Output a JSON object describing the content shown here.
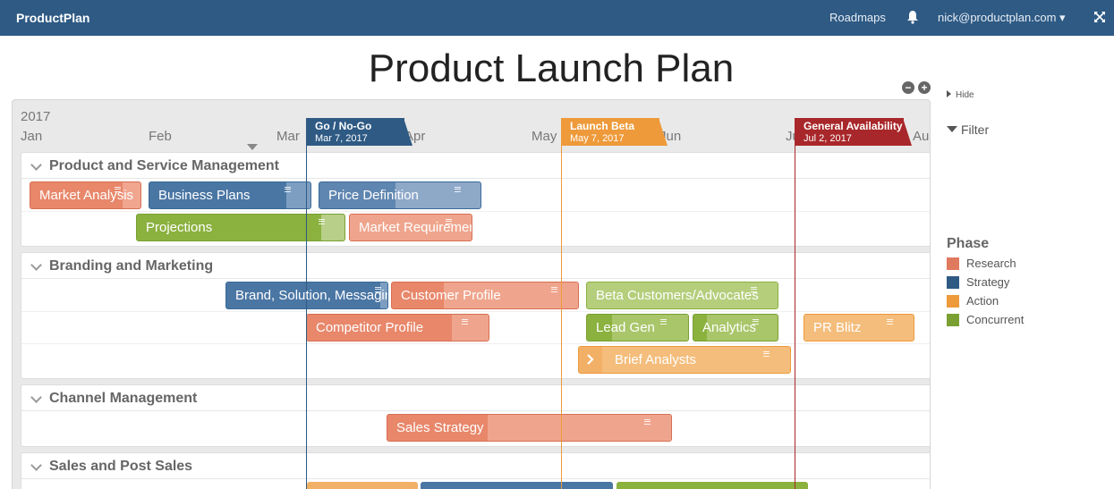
{
  "header": {
    "brand": "ProductPlan",
    "nav_roadmaps": "Roadmaps",
    "bell_icon": "bell-icon",
    "user_label": "nick@productplan.com ▾",
    "expand_icon": "expand-icon"
  },
  "title": "Product Launch Plan",
  "zoom": {
    "out_label": "−",
    "in_label": "+"
  },
  "timeline": {
    "year": "2017",
    "months": [
      "Jan",
      "Feb",
      "Mar",
      "Apr",
      "May",
      "Jun",
      "Jul",
      "Au"
    ]
  },
  "milestones": [
    {
      "name": "Go / No-Go",
      "date": "Mar 7, 2017",
      "color": "#2e5a84"
    },
    {
      "name": "Launch Beta",
      "date": "May 7, 2017",
      "color": "#ee9a3a"
    },
    {
      "name": "General Availability",
      "date": "Jul 2, 2017",
      "color": "#a8272a"
    }
  ],
  "lanes": [
    {
      "title": "Product and Service Management",
      "bars": [
        {
          "label": "Market Analysis",
          "phase": "Research"
        },
        {
          "label": "Business Plans",
          "phase": "Strategy"
        },
        {
          "label": "Price Definition",
          "phase": "Strategy"
        },
        {
          "label": "Projections",
          "phase": "Concurrent"
        },
        {
          "label": "Market Requirements",
          "phase": "Research"
        }
      ]
    },
    {
      "title": "Branding and Marketing",
      "bars": [
        {
          "label": "Brand, Solution, Messaging",
          "phase": "Strategy"
        },
        {
          "label": "Customer Profile",
          "phase": "Research"
        },
        {
          "label": "Beta Customers/Advocates",
          "phase": "Concurrent"
        },
        {
          "label": "Competitor Profile",
          "phase": "Research"
        },
        {
          "label": "Lead Gen",
          "phase": "Concurrent"
        },
        {
          "label": "Analytics",
          "phase": "Concurrent"
        },
        {
          "label": "PR Blitz",
          "phase": "Action"
        },
        {
          "label": "Brief Analysts",
          "phase": "Action"
        }
      ]
    },
    {
      "title": "Channel Management",
      "bars": [
        {
          "label": "Sales Strategy",
          "phase": "Research"
        }
      ]
    },
    {
      "title": "Sales and Post Sales",
      "bars": []
    }
  ],
  "sidebar": {
    "hide_label": "Hide",
    "filter_label": "Filter",
    "phase_title": "Phase",
    "legend": [
      {
        "label": "Research",
        "color": "#e07a5f"
      },
      {
        "label": "Strategy",
        "color": "#3a6b98"
      },
      {
        "label": "Action",
        "color": "#ee9a3a"
      },
      {
        "label": "Concurrent",
        "color": "#8bb13f"
      }
    ]
  }
}
